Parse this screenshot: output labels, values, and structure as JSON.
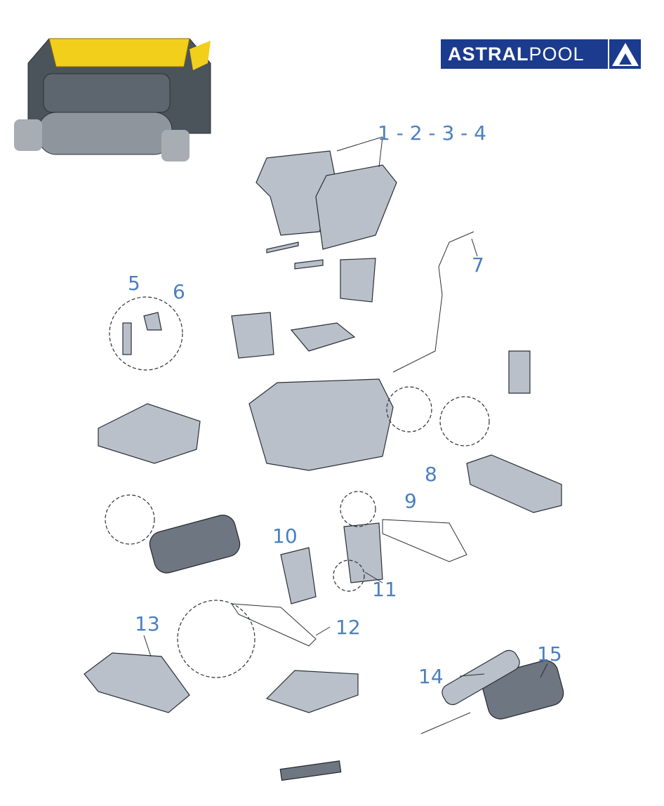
{
  "brand": {
    "logo_text_bold": "ASTRAL",
    "logo_text_light": "POOL",
    "color": "#1b3b8e"
  },
  "label_color": "#4a7fc1",
  "part_labels": [
    {
      "id": "1-4",
      "text": "1 - 2 - 3 - 4"
    },
    {
      "id": "5",
      "text": "5"
    },
    {
      "id": "6",
      "text": "6"
    },
    {
      "id": "7",
      "text": "7"
    },
    {
      "id": "8",
      "text": "8"
    },
    {
      "id": "9",
      "text": "9"
    },
    {
      "id": "10",
      "text": "10"
    },
    {
      "id": "11",
      "text": "11"
    },
    {
      "id": "12",
      "text": "12"
    },
    {
      "id": "13",
      "text": "13"
    },
    {
      "id": "14",
      "text": "14"
    },
    {
      "id": "15",
      "text": "15"
    }
  ]
}
